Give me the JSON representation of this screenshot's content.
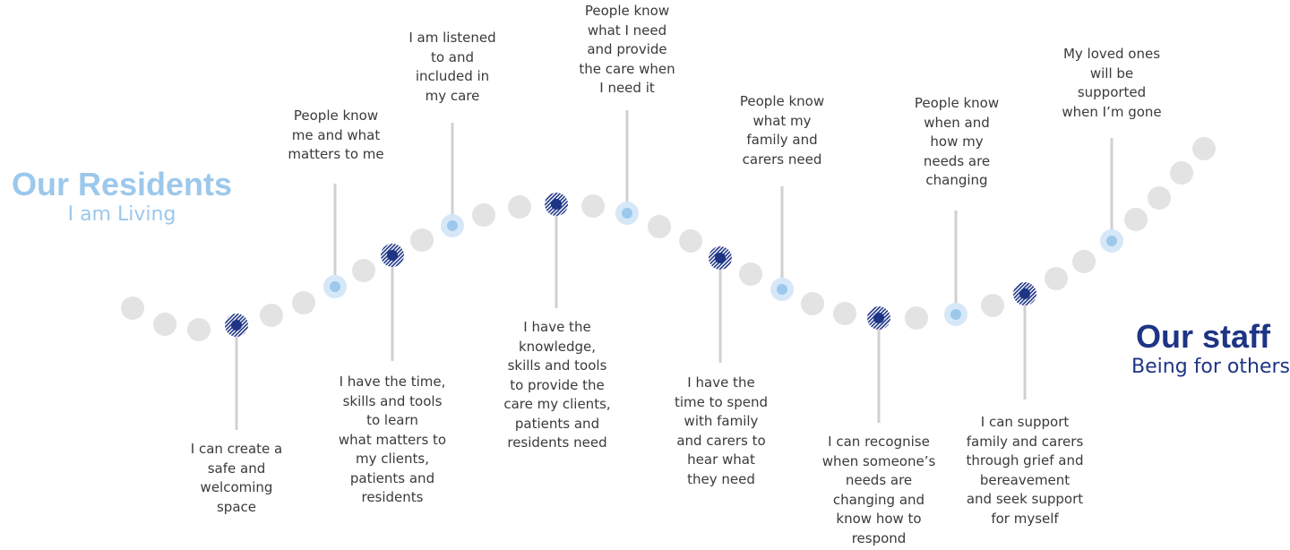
{
  "residents": {
    "title": "Our Residents",
    "subtitle": "I am Living"
  },
  "staff": {
    "title": "Our staff",
    "subtitle": "Being for others"
  },
  "colors": {
    "light_blue": "#9cc8ec",
    "dark_blue": "#1e3585",
    "grey_dot": "#e3e3e3",
    "stem": "#d0d0d0",
    "text": "#3a3a3a"
  },
  "resident_statements": [
    "People know\nme and what\nmatters to me",
    "I am listened\nto and\nincluded in\nmy care",
    "People know\nwhat I need\nand provide\nthe care when\nI need it",
    "People know\nwhat my\nfamily and\ncarers need",
    "People know\nwhen and\nhow my\nneeds are\nchanging",
    "My loved ones\nwill be\nsupported\nwhen I’m gone"
  ],
  "staff_statements": [
    "I can create a\nsafe and\nwelcoming\nspace",
    "I have the time,\nskills and tools\nto learn\nwhat matters to\nmy clients,\npatients and\nresidents",
    "I have the\nknowledge,\nskills and tools\nto provide the\ncare my clients,\npatients and\nresidents need",
    "I have the\ntime to spend\nwith family\nand carers to\nhear what\nthey need",
    "I can recognise\nwhen someone’s\nneeds are\nchanging and\nknow how to\nrespond",
    "I can support\nfamily and carers\nthrough grief and\nbereavement\nand seek support\nfor myself"
  ]
}
